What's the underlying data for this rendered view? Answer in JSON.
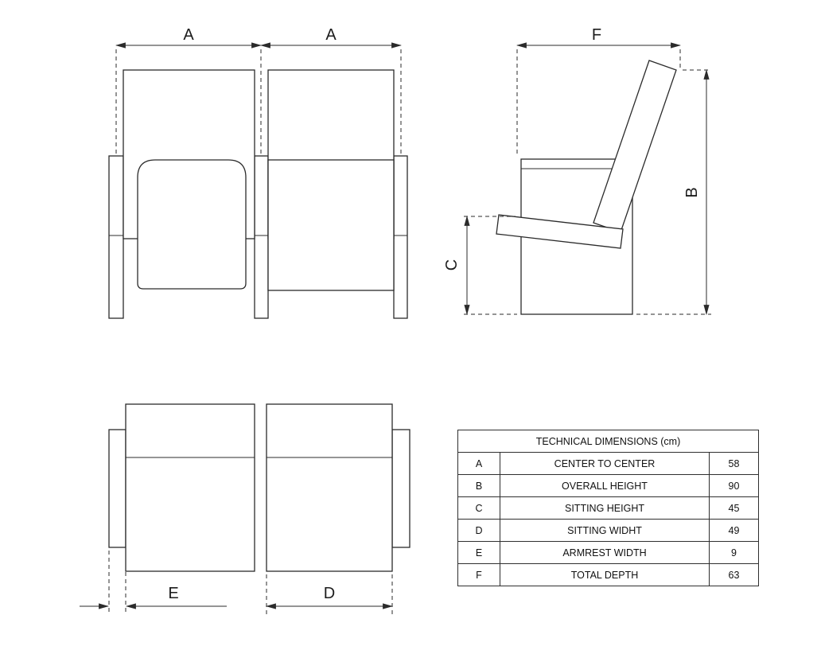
{
  "drawing": {
    "labels": {
      "front_a_left": "A",
      "front_a_right": "A",
      "side_f": "F",
      "side_b": "B",
      "side_c": "C",
      "bottom_e": "E",
      "bottom_d": "D"
    }
  },
  "table": {
    "title": "TECHNICAL DIMENSIONS (cm)",
    "rows": [
      {
        "letter": "A",
        "label": "CENTER TO CENTER",
        "value": "58"
      },
      {
        "letter": "B",
        "label": "OVERALL HEIGHT",
        "value": "90"
      },
      {
        "letter": "C",
        "label": "SITTING HEIGHT",
        "value": "45"
      },
      {
        "letter": "D",
        "label": "SITTING WIDHT",
        "value": "49"
      },
      {
        "letter": "E",
        "label": "ARMREST WIDTH",
        "value": "9"
      },
      {
        "letter": "F",
        "label": "TOTAL DEPTH",
        "value": "63"
      }
    ]
  }
}
